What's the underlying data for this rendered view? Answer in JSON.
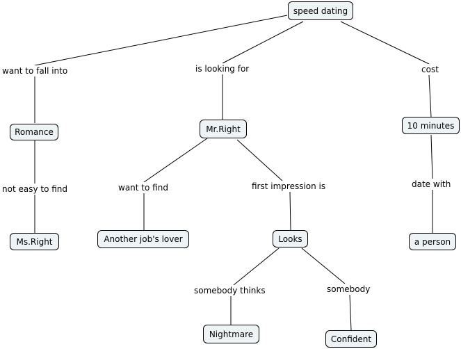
{
  "concepts": {
    "speed_dating": "speed dating",
    "romance": "Romance",
    "mr_right": "Mr.Right",
    "ten_minutes": "10 minutes",
    "ms_right": "Ms.Right",
    "another_jobs_lover": "Another job's lover",
    "looks": "Looks",
    "a_person": "a person",
    "nightmare": "Nightmare",
    "confident": "Confident"
  },
  "linking_phrases": {
    "want_to_fall_into": "want to fall into",
    "is_looking_for": "is looking for",
    "cost": "cost",
    "not_easy_to_find": "not easy to find",
    "want_to_find": "want to find",
    "first_impression_is": "first impression is",
    "date_with": "date with",
    "somebody_thinks": "somebody thinks",
    "somebody": "somebody"
  },
  "colors": {
    "node_fill": "#eef4f6",
    "node_border": "#000000",
    "line": "#000000",
    "background": "#ffffff"
  }
}
